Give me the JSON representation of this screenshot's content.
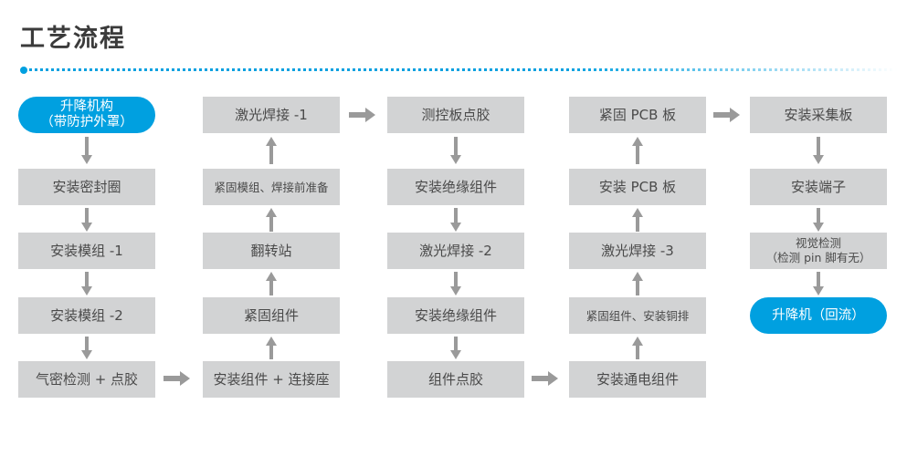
{
  "header": {
    "title": "工艺流程",
    "accent_color": "#00a0e0",
    "rule_dot_name": "accent-dot"
  },
  "colors": {
    "accent": "#00a0e0",
    "node_fill": "#d2d3d4",
    "node_text": "#4a4a4a",
    "arrow": "#9a9a9a",
    "background": "#ffffff"
  },
  "diagram": {
    "type": "process-flow",
    "columns": [
      {
        "id": "column-1",
        "direction": "down",
        "nodes": [
          {
            "id": "n1-1",
            "label": "升降机构\n（带防护外罩）",
            "style": "pill"
          },
          {
            "id": "n1-2",
            "label": "安装密封圈",
            "style": "box"
          },
          {
            "id": "n1-3",
            "label": "安装模组 -1",
            "style": "box"
          },
          {
            "id": "n1-4",
            "label": "安装模组 -2",
            "style": "box"
          },
          {
            "id": "n1-5",
            "label": "气密检测 + 点胶",
            "style": "box"
          }
        ]
      },
      {
        "id": "column-2",
        "direction": "up",
        "nodes": [
          {
            "id": "n2-1",
            "label": "激光焊接 -1",
            "style": "box"
          },
          {
            "id": "n2-2",
            "label": "紧固模组、焊接前准备",
            "style": "box-small"
          },
          {
            "id": "n2-3",
            "label": "翻转站",
            "style": "box"
          },
          {
            "id": "n2-4",
            "label": "紧固组件",
            "style": "box"
          },
          {
            "id": "n2-5",
            "label": "安装组件 + 连接座",
            "style": "box"
          }
        ]
      },
      {
        "id": "column-3",
        "direction": "down",
        "nodes": [
          {
            "id": "n3-1",
            "label": "测控板点胶",
            "style": "box"
          },
          {
            "id": "n3-2",
            "label": "安装绝缘组件",
            "style": "box"
          },
          {
            "id": "n3-3",
            "label": "激光焊接 -2",
            "style": "box"
          },
          {
            "id": "n3-4",
            "label": "安装绝缘组件",
            "style": "box"
          },
          {
            "id": "n3-5",
            "label": "组件点胶",
            "style": "box"
          }
        ]
      },
      {
        "id": "column-4",
        "direction": "up",
        "nodes": [
          {
            "id": "n4-1",
            "label": "紧固 PCB 板",
            "style": "box"
          },
          {
            "id": "n4-2",
            "label": "安装 PCB 板",
            "style": "box"
          },
          {
            "id": "n4-3",
            "label": "激光焊接 -3",
            "style": "box"
          },
          {
            "id": "n4-4",
            "label": "紧固组件、安装铜排",
            "style": "box-small"
          },
          {
            "id": "n4-5",
            "label": "安装通电组件",
            "style": "box"
          }
        ]
      },
      {
        "id": "column-5",
        "direction": "down",
        "nodes": [
          {
            "id": "n5-1",
            "label": "安装采集板",
            "style": "box"
          },
          {
            "id": "n5-2",
            "label": "安装端子",
            "style": "box"
          },
          {
            "id": "n5-3",
            "label": "视觉检测\n（检测 pin 脚有无）",
            "style": "box-two-line"
          },
          {
            "id": "n5-4",
            "label": "升降机（回流）",
            "style": "pill"
          }
        ]
      }
    ],
    "horizontal_links": [
      {
        "from": "n2-1",
        "to": "n3-1",
        "direction": "right"
      },
      {
        "from": "n4-1",
        "to": "n5-1",
        "direction": "right"
      },
      {
        "from": "n1-5",
        "to": "n2-5",
        "direction": "right"
      },
      {
        "from": "n3-5",
        "to": "n4-5",
        "direction": "right"
      }
    ]
  }
}
